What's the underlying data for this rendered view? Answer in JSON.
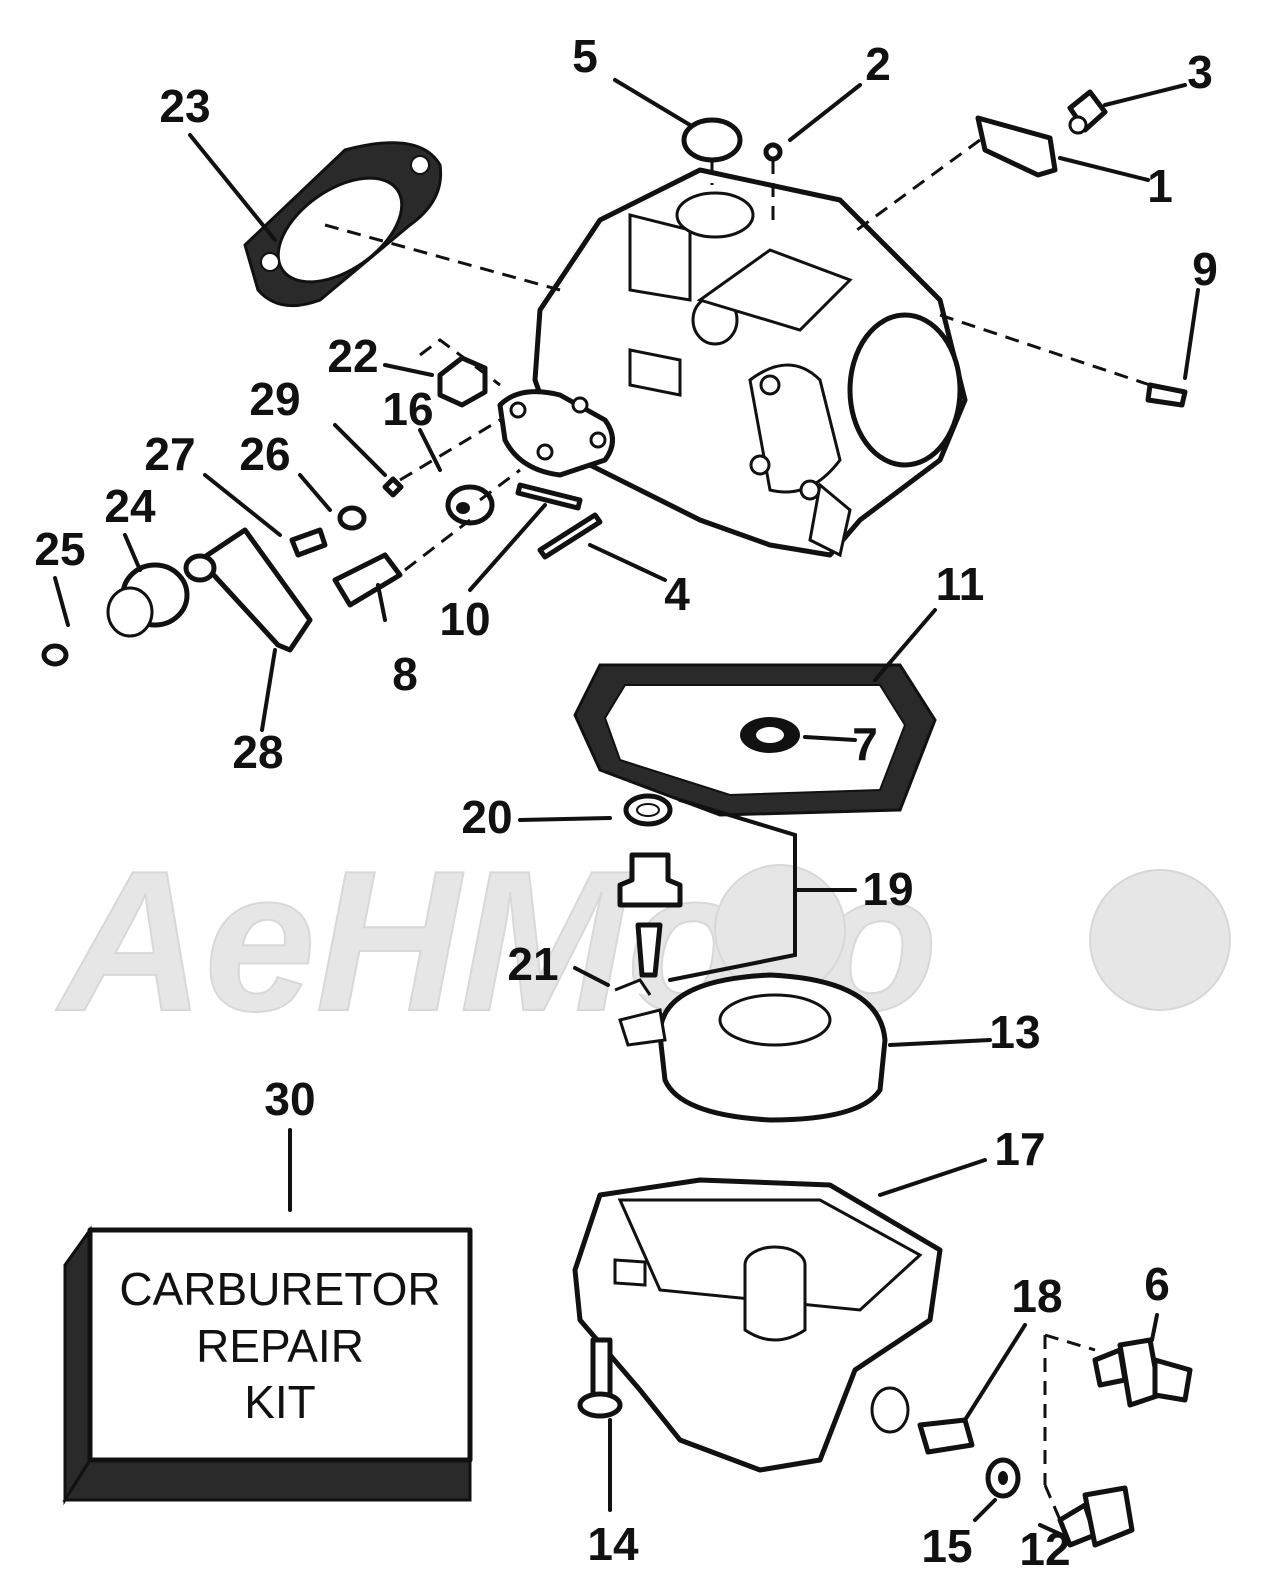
{
  "callouts": [
    {
      "id": "1",
      "label": "1"
    },
    {
      "id": "2",
      "label": "2"
    },
    {
      "id": "3",
      "label": "3"
    },
    {
      "id": "4",
      "label": "4"
    },
    {
      "id": "5",
      "label": "5"
    },
    {
      "id": "6",
      "label": "6"
    },
    {
      "id": "7",
      "label": "7"
    },
    {
      "id": "8",
      "label": "8"
    },
    {
      "id": "9",
      "label": "9"
    },
    {
      "id": "10",
      "label": "10"
    },
    {
      "id": "11",
      "label": "11"
    },
    {
      "id": "12",
      "label": "12"
    },
    {
      "id": "13",
      "label": "13"
    },
    {
      "id": "14",
      "label": "14"
    },
    {
      "id": "15",
      "label": "15"
    },
    {
      "id": "16",
      "label": "16"
    },
    {
      "id": "17",
      "label": "17"
    },
    {
      "id": "18",
      "label": "18"
    },
    {
      "id": "19",
      "label": "19"
    },
    {
      "id": "20",
      "label": "20"
    },
    {
      "id": "21",
      "label": "21"
    },
    {
      "id": "22",
      "label": "22"
    },
    {
      "id": "23",
      "label": "23"
    },
    {
      "id": "24",
      "label": "24"
    },
    {
      "id": "25",
      "label": "25"
    },
    {
      "id": "26",
      "label": "26"
    },
    {
      "id": "27",
      "label": "27"
    },
    {
      "id": "28",
      "label": "28"
    },
    {
      "id": "29",
      "label": "29"
    },
    {
      "id": "30",
      "label": "30"
    }
  ],
  "kit": {
    "line1": "CARBURETOR",
    "line2": "REPAIR",
    "line3": "KIT"
  },
  "watermark": {
    "text": "AeHMoto"
  }
}
